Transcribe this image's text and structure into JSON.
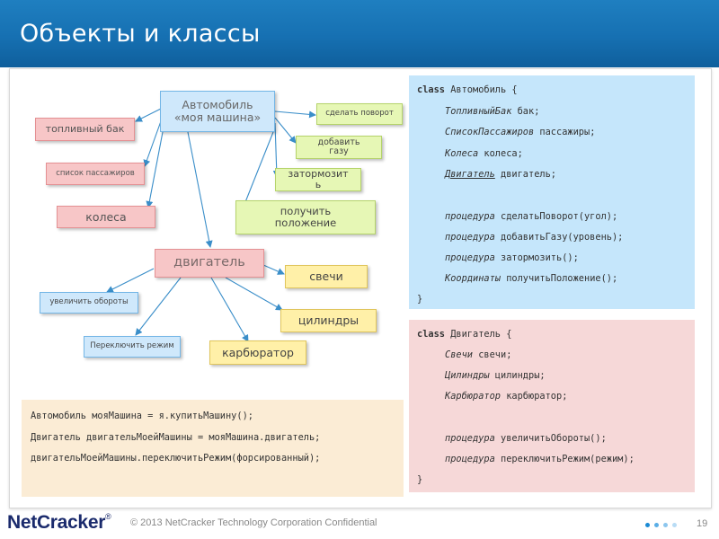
{
  "slide": {
    "title": "Объекты и классы"
  },
  "diagram": {
    "car": "Автомобиль\n«моя машина»",
    "fuel_tank": "топливный бак",
    "passengers": "список пассажиров",
    "wheels": "колеса",
    "engine": "двигатель",
    "turn": "сделать поворот",
    "gas": "добавить\nгазу",
    "brake": "затормозит\nь",
    "position": "получить\nположение",
    "plugs": "свечи",
    "cylinders": "цилиндры",
    "carburetor": "карбюратор",
    "rpm": "увеличить обороты",
    "mode": "Переключить режим"
  },
  "usage_code": [
    "Автомобиль мояМашина = я.купитьМашину();",
    "Двигатель двигательМоейМашины = мояМашина.двигатель;",
    "двигательМоейМашины.переключитьРежим(форсированный);"
  ],
  "car_class": {
    "kw": "class",
    "name": " Автомобиль {",
    "f1_type": "ТопливныйБак",
    "f1_rest": " бак;",
    "f2_type": "СписокПассажиров",
    "f2_rest": " пассажиры;",
    "f3_type": "Колеса",
    "f3_rest": " колеса;",
    "f4_type": "Двигатель",
    "f4_rest": " двигатель;",
    "m1_kw": "процедура",
    "m1_rest": " сделатьПоворот(угол);",
    "m2_kw": "процедура",
    "m2_rest": " добавитьГазу(уровень);",
    "m3_kw": "процедура",
    "m3_rest": " затормозить();",
    "m4_type": "Координаты",
    "m4_rest": " получитьПоложение();",
    "close": "}"
  },
  "engine_class": {
    "kw": "class",
    "name": " Двигатель {",
    "f1_type": "Свечи",
    "f1_rest": " свечи;",
    "f2_type": "Цилиндры",
    "f2_rest": " цилиндры;",
    "f3_type": "Карбюратор",
    "f3_rest": " карбюратор;",
    "m1_kw": "процедура",
    "m1_rest": " увеличитьОбороты();",
    "m2_kw": "процедура",
    "m2_rest": " переключитьРежим(режим);",
    "close": "}"
  },
  "footer": {
    "logo": "NetCracker",
    "logo_mark": "®",
    "copyright": "© 2013 NetCracker Technology Corporation Confidential",
    "page": "19"
  },
  "colors": {
    "header": "#1670b2",
    "blue_panel": "#c5e6fb",
    "red_panel": "#f6d8d8",
    "usage_panel": "#fbecd5",
    "arrow": "#3a8ec9"
  }
}
